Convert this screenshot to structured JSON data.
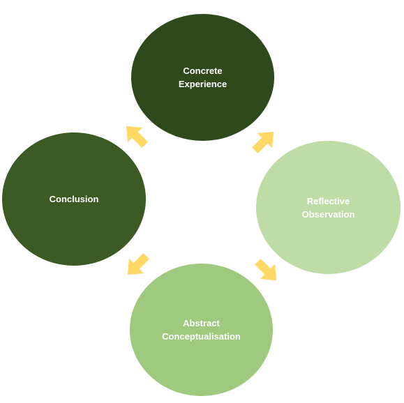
{
  "diagram": {
    "colors": {
      "dark_green": "#2e4a1d",
      "mid_dark_green": "#3b5a24",
      "light_green": "#bddca6",
      "medium_green": "#9fc97f",
      "arrow_yellow": "#ffd966"
    },
    "nodes": {
      "top": {
        "label": "Concrete\nExperience",
        "color": "#2e4a1d"
      },
      "right": {
        "label": "Reflective\nObservation",
        "color": "#bddca6"
      },
      "bottom": {
        "label": "Abstract\nConceptualisation",
        "color": "#9fc97f"
      },
      "left": {
        "label": "Conclusion",
        "color": "#3b5a24"
      }
    },
    "arrows": [
      {
        "from": "top",
        "to": "right",
        "icon": "arrow-down-right-icon"
      },
      {
        "from": "right",
        "to": "bottom",
        "icon": "arrow-down-left-icon"
      },
      {
        "from": "bottom",
        "to": "left",
        "icon": "arrow-up-left-icon"
      },
      {
        "from": "left",
        "to": "top",
        "icon": "arrow-up-right-icon"
      }
    ]
  }
}
